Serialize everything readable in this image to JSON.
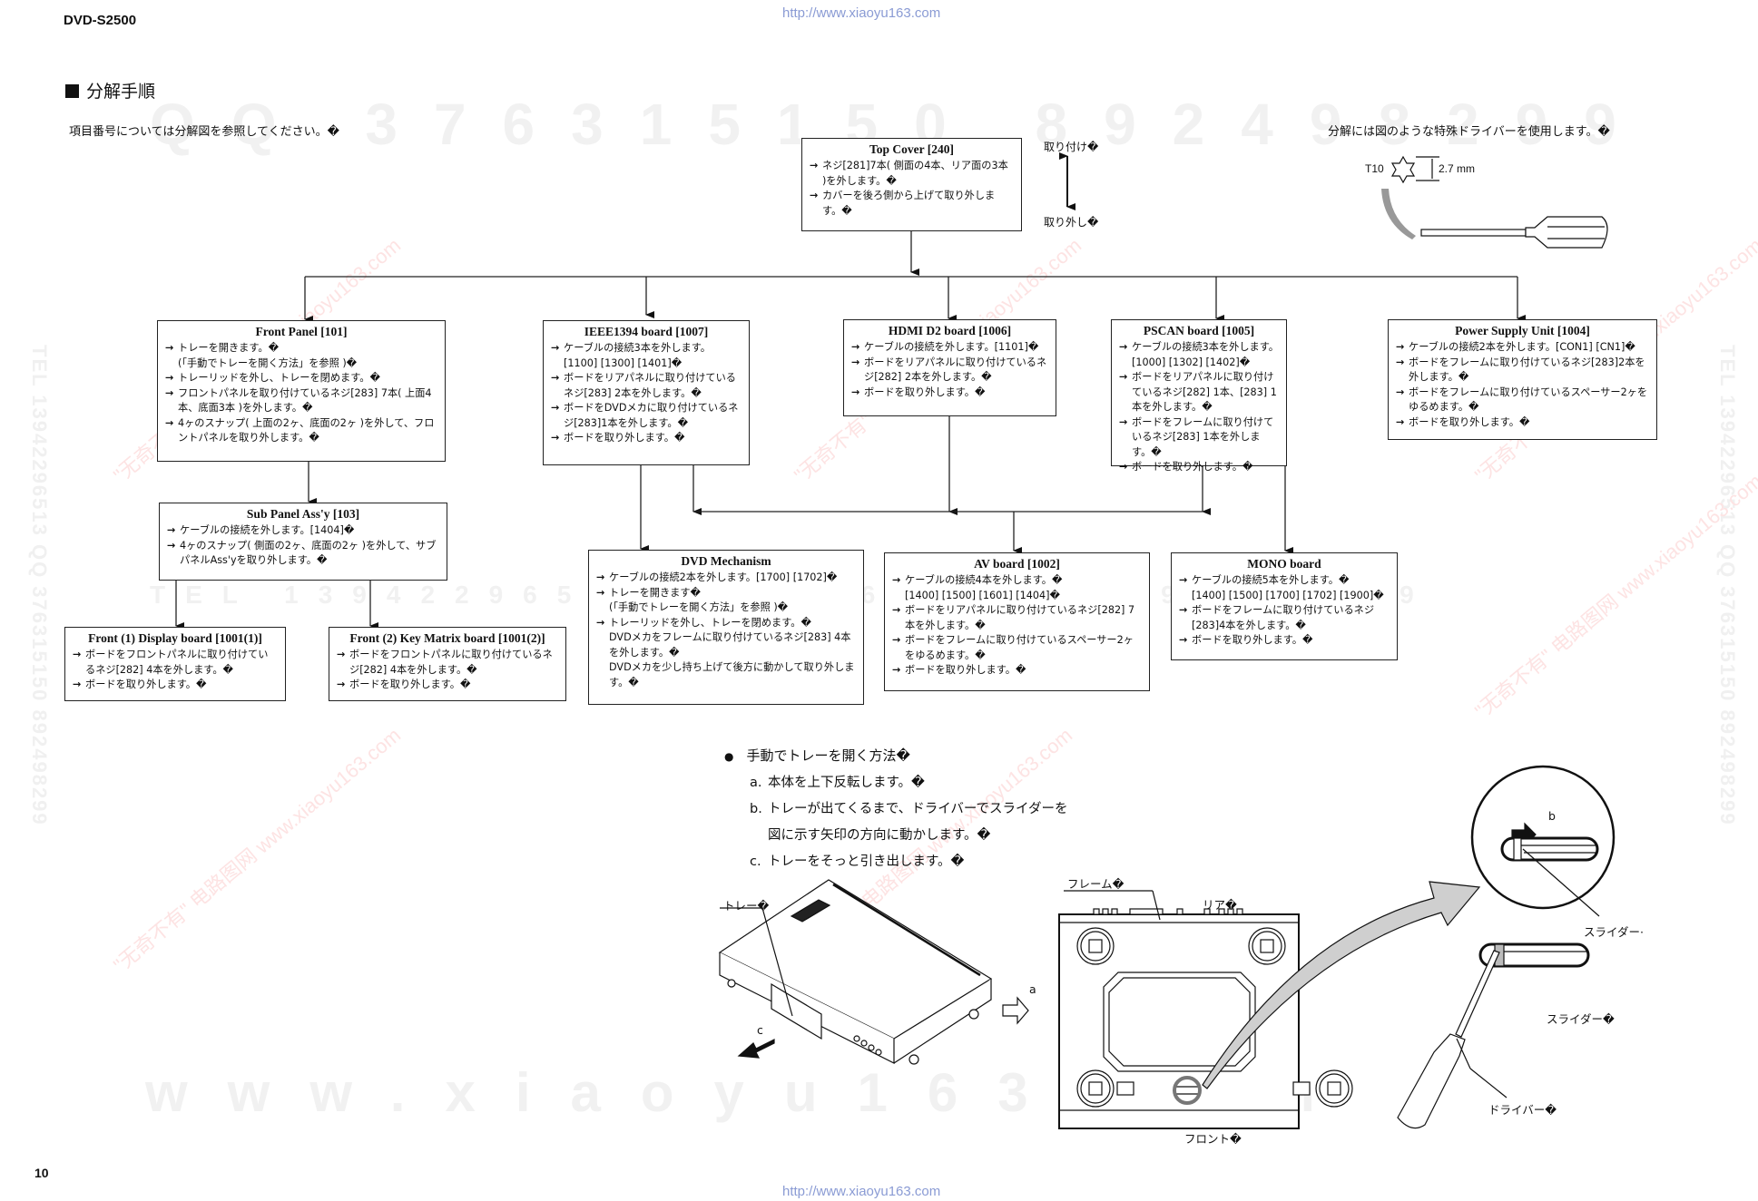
{
  "header": {
    "model": "DVD-S2500",
    "url_top": "http://www.xiaoyu163.com",
    "url_bottom": "http://www.xiaoyu163.com",
    "page_number": "10"
  },
  "section": {
    "title": "分解手順",
    "note_left": "項目番号については分解図を参照してください。�",
    "note_right": "分解には図のような特殊ドライバーを使用します。�"
  },
  "tool": {
    "bit_label": "T10",
    "size_label": "2.7 mm"
  },
  "legend": {
    "install": "取り付け�",
    "remove": "取り外し�"
  },
  "watermarks": {
    "row_top": "QQ 376315150 892498299",
    "row_mid": "TEL 13942296513 QQ 376315150 892498299",
    "row_bottom": "www.xiaoyu163.com",
    "side": "TEL 13942296513 QQ 376315150 892498299",
    "red": "\"无奇不有\" 电路图网 www.xiaoyu163.com"
  },
  "boxes": {
    "top_cover": {
      "title": "Top Cover [240]",
      "steps": [
        "ネジ[281]7本( 側面の4本、リア面の3本 )を外します。�",
        "カバーを後ろ側から上げて取り外します。�"
      ]
    },
    "front_panel": {
      "title": "Front Panel [101]",
      "steps": [
        "トレーを開きます。�\n(「手動でトレーを開く方法」を参照 )�",
        "トレーリッドを外し、トレーを閉めます。�",
        "フロントパネルを取り付けているネジ[283] 7本( 上面4本、底面3本 )を外します。�",
        "4ヶのスナップ( 上面の2ヶ、底面の2ヶ )を外して、フロントパネルを取り外します。�"
      ]
    },
    "ieee1394": {
      "title": "IEEE1394 board [1007]",
      "steps": [
        "ケーブルの接続3本を外します。[1100] [1300] [1401]�",
        "ボードをリアパネルに取り付けているネジ[283] 2本を外します。�",
        "ボードをDVDメカに取り付けているネジ[283]1本を外します。�",
        "ボードを取り外します。�"
      ]
    },
    "hdmi": {
      "title": "HDMI D2 board [1006]",
      "steps": [
        "ケーブルの接続を外します。[1101]�",
        "ボードをリアパネルに取り付けているネジ[282] 2本を外します。�",
        "ボードを取り外します。�"
      ]
    },
    "pscan": {
      "title": "PSCAN board [1005]",
      "steps": [
        "ケーブルの接続3本を外します。[1000] [1302] [1402]�",
        "ボードをリアパネルに取り付けているネジ[282] 1本、[283] 1本を外します。�",
        "ボードをフレームに取り付けているネジ[283] 1本を外します。�",
        "ボードを取り外します。�"
      ]
    },
    "psu": {
      "title": "Power Supply Unit [1004]",
      "steps": [
        "ケーブルの接続2本を外します。[CON1] [CN1]�",
        "ボードをフレームに取り付けているネジ[283]2本を外します。�",
        "ボードをフレームに取り付けているスペーサー2ヶをゆるめます。�",
        "ボードを取り外します。�"
      ]
    },
    "sub_panel": {
      "title": "Sub Panel Ass'y [103]",
      "steps": [
        "ケーブルの接続を外します。[1404]�",
        "4ヶのスナップ( 側面の2ヶ、底面の2ヶ )を外して、サブパネルAss'yを取り外します。�"
      ]
    },
    "display_board": {
      "title": "Front (1) Display board [1001(1)]",
      "steps": [
        "ボードをフロントパネルに取り付けているネジ[282] 4本を外します。�",
        "ボードを取り外します。�"
      ]
    },
    "key_matrix": {
      "title": "Front (2) Key Matrix board [1001(2)]",
      "steps": [
        "ボードをフロントパネルに取り付けているネジ[282] 4本を外します。�",
        "ボードを取り外します。�"
      ]
    },
    "dvd_mech": {
      "title": "DVD Mechanism",
      "steps": [
        {
          "arrow": true,
          "text": "ケーブルの接続2本を外します。[1700] [1702]�"
        },
        {
          "arrow": true,
          "text": "トレーを開きます�"
        },
        {
          "arrow": false,
          "text": "(「手動でトレーを開く方法」を参照 )�"
        },
        {
          "arrow": true,
          "text": "トレーリッドを外し、トレーを閉めます。�"
        },
        {
          "arrow": false,
          "text": "DVDメカをフレームに取り付けているネジ[283] 4本を外します。�"
        },
        {
          "arrow": false,
          "text": "DVDメカを少し持ち上げて後方に動かして取り外します。�"
        }
      ]
    },
    "av_board": {
      "title": "AV board [1002]",
      "steps": [
        "ケーブルの接続4本を外します。�\n[1400] [1500] [1601] [1404]�",
        "ボードをリアパネルに取り付けているネジ[282] 7本を外します。�",
        "ボードをフレームに取り付けているスペーサー2ヶをゆるめます。�",
        "ボードを取り外します。�"
      ]
    },
    "mono_board": {
      "title": "MONO board",
      "steps": [
        "ケーブルの接続5本を外します。�\n[1400] [1500] [1700] [1702] [1900]�",
        "ボードをフレームに取り付けているネジ[283]4本を外します。�",
        "ボードを取り外します。�"
      ]
    }
  },
  "tray_procedure": {
    "title": "手動でトレーを開く方法�",
    "steps": [
      {
        "marker": "a.",
        "text": "本体を上下反転します。�"
      },
      {
        "marker": "b.",
        "text": "トレーが出てくるまで、ドライバーでスライダーを"
      },
      {
        "marker": "",
        "text": "図に示す矢印の方向に動かします。�"
      },
      {
        "marker": "c.",
        "text": "トレーをそっと引き出します。�"
      }
    ]
  },
  "illustration_labels": {
    "tray": "トレー�",
    "frame": "フレーム�",
    "rear": "リア�",
    "front": "フロント�",
    "slider_top": "スライダー·",
    "slider_bottom": "スライダー�",
    "driver": "ドライバー�",
    "step_a": "a",
    "step_b": "b",
    "step_c": "c"
  }
}
